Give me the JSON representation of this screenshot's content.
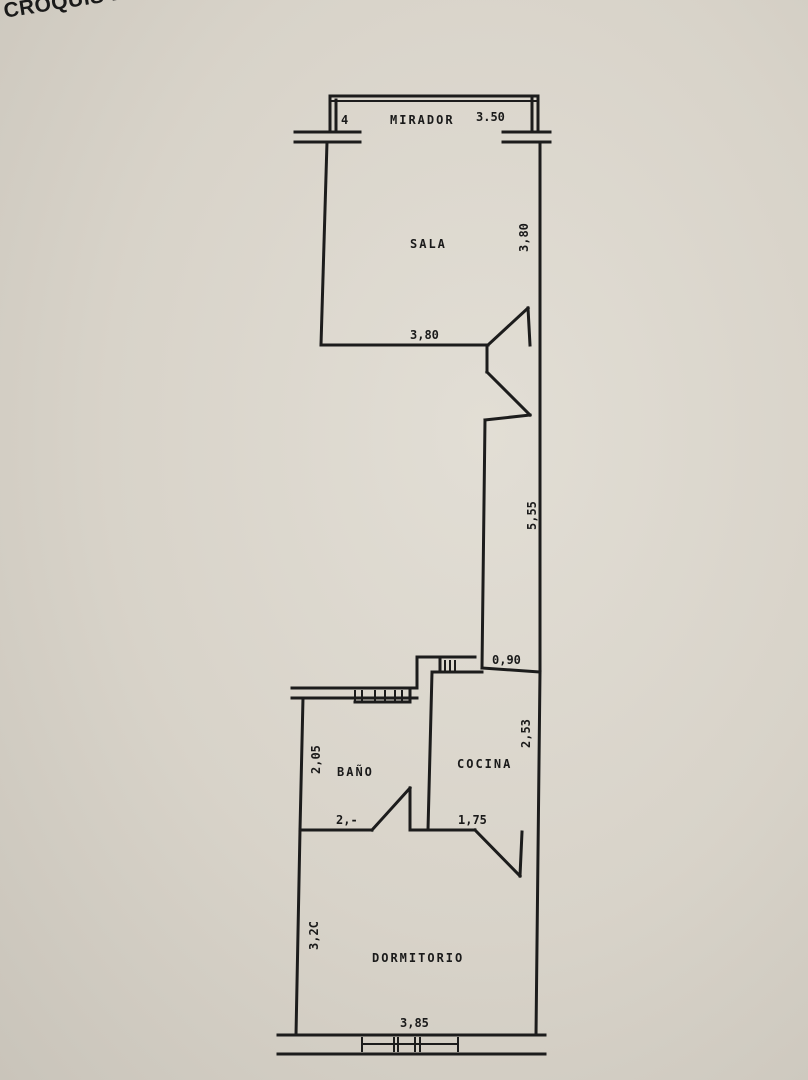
{
  "header": {
    "title": "CROQUIS DE LA"
  },
  "rooms": {
    "mirador": "MIRADOR",
    "sala": "SALA",
    "bano": "BAÑO",
    "cocina": "COCINA",
    "dormitorio": "DORMITORIO"
  },
  "dimensions": {
    "mirador_width": "3.50",
    "mirador_depth": "4",
    "sala_depth": "3,80",
    "sala_width": "3,80",
    "hall_length": "5,55",
    "hall_width": "0,90",
    "cocina_depth": "2,53",
    "cocina_width": "1,75",
    "bano_depth": "2,05",
    "bano_width": "2,-",
    "dormitorio_depth": "3,2C",
    "dormitorio_width": "3,85"
  }
}
